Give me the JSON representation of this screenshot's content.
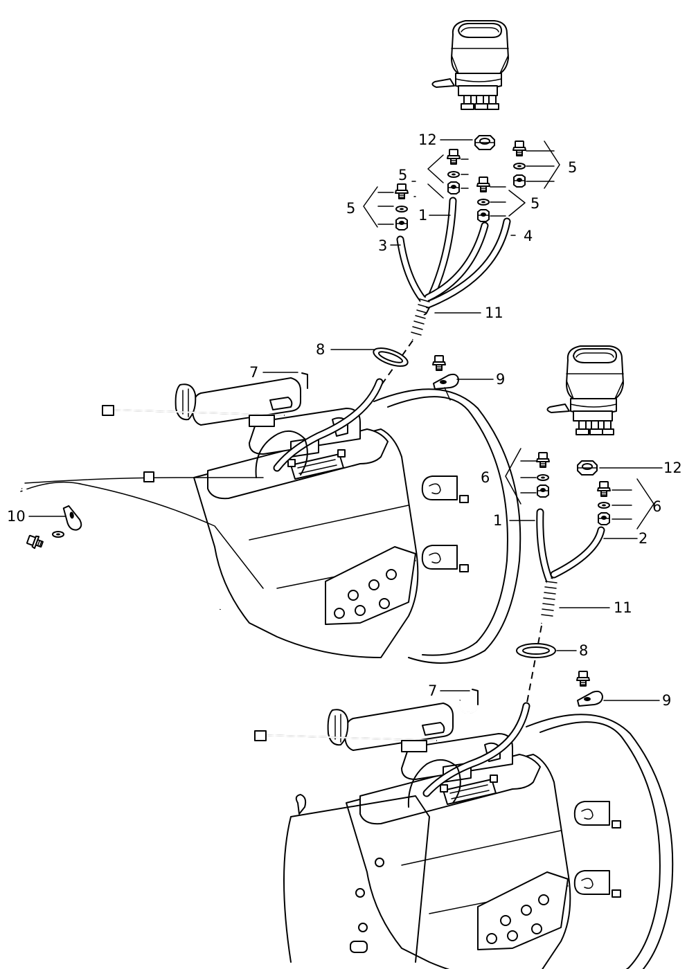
{
  "callouts": {
    "top_12": "12",
    "top_5_upper_left": "5",
    "top_5_upper_right": "5",
    "top_5_lower_left": "5",
    "top_5_lower_right": "5",
    "top_1": "1",
    "top_3": "3",
    "top_4": "4",
    "top_11": "11",
    "top_8": "8",
    "top_7": "7",
    "top_9": "9",
    "left_10": "10",
    "bottom_12": "12",
    "bottom_6_left": "6",
    "bottom_6_right": "6",
    "bottom_1": "1",
    "bottom_2": "2",
    "bottom_11": "11",
    "bottom_8": "8",
    "bottom_7": "7",
    "bottom_9": "9"
  },
  "colors": {
    "line": "#000000",
    "background": "#ffffff"
  },
  "icons": {
    "selector_switch": "selector-switch-icon",
    "nut": "hex-nut-icon",
    "bolt": "hex-bolt-icon",
    "washer": "washer-icon",
    "clip": "cable-clip-icon",
    "grommet": "grommet-icon",
    "bracket": "bracket-clamp-icon"
  }
}
